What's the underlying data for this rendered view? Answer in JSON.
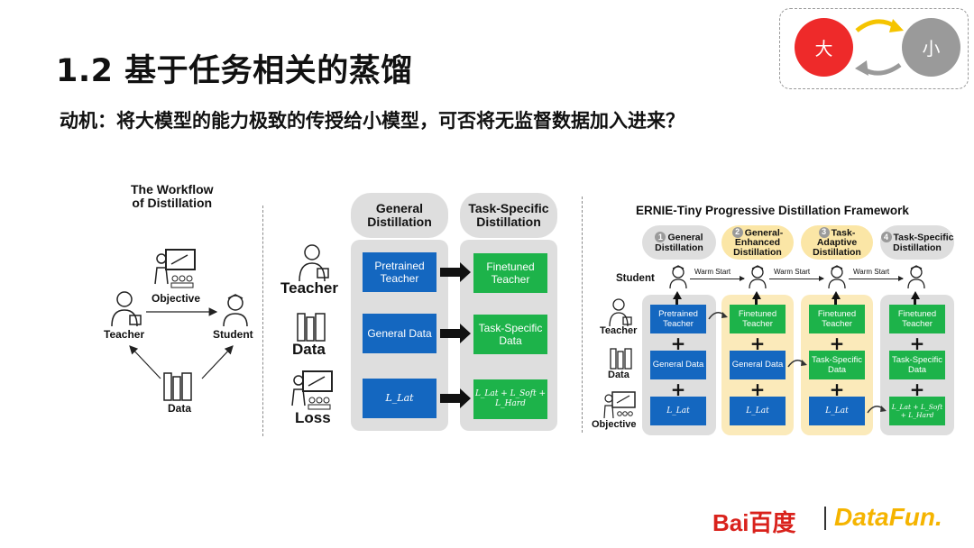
{
  "header": {
    "title": "1.2 基于任务相关的蒸馏",
    "subtitle": "动机：将大模型的能力极致的传授给小模型，可否将无监督数据加入进来？"
  },
  "size_toggle": {
    "big": "大",
    "small": "小"
  },
  "workflow": {
    "title_line1": "The Workflow",
    "title_line2": "of Distillation",
    "objective": "Objective",
    "teacher": "Teacher",
    "student": "Student",
    "data": "Data"
  },
  "middle": {
    "col1_header": "General Distillation",
    "col2_header": "Task-Specific Distillation",
    "row_teacher": "Teacher",
    "row_data": "Data",
    "row_loss": "Loss",
    "pretrained_teacher": "Pretrained Teacher",
    "finetuned_teacher": "Finetuned Teacher",
    "general_data": "General Data",
    "task_specific_data": "Task-Specific Data",
    "loss_lat": "L_Lat",
    "loss_combo": "L_Lat + L_Soft + L_Hard"
  },
  "ernie": {
    "title": "ERNIE-Tiny Progressive Distillation Framework",
    "stages": [
      {
        "num": "1",
        "label": "General Distillation"
      },
      {
        "num": "2",
        "label": "General-Enhanced Distillation"
      },
      {
        "num": "3",
        "label": "Task-Adaptive Distillation"
      },
      {
        "num": "4",
        "label": "Task-Specific Distillation"
      }
    ],
    "student": "Student",
    "teacher": "Teacher",
    "data": "Data",
    "objective": "Objective",
    "warm_start": "Warm Start",
    "pretrained_teacher": "Pretrained Teacher",
    "finetuned_teacher": "Finetuned Teacher",
    "general_data": "General Data",
    "task_specific_data": "Task-Specific Data",
    "loss_lat": "L_Lat",
    "loss_combo": "L_Lat + L_Soft + L_Hard",
    "plus": "+"
  },
  "footer": {
    "baidu": "Bai百度",
    "datafun": "DataFun."
  },
  "colors": {
    "blue": "#1467c0",
    "green": "#1db34a",
    "red": "#ee2a2a",
    "yellow": "#f5b400",
    "panel": "#dedede",
    "panel_highlight": "#fbeaba"
  },
  "icons": [
    "person-icon",
    "student-icon",
    "presenter-icon",
    "books-icon",
    "swap-arrows-icon",
    "curved-arrow-icon"
  ]
}
